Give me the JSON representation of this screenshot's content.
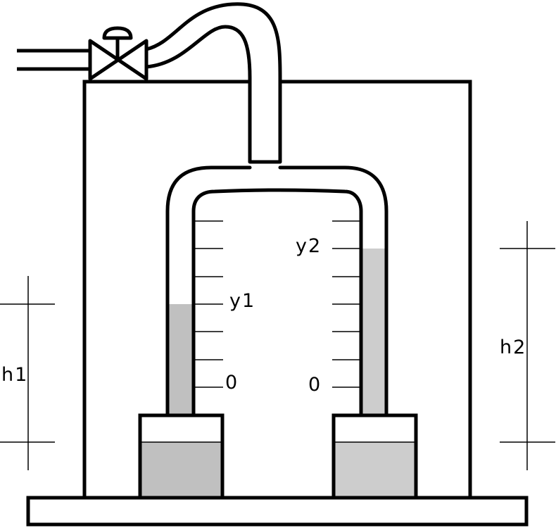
{
  "labels": {
    "y1": "y1",
    "y2": "y2",
    "zero_left": "0",
    "zero_right": "0",
    "h1": "h1",
    "h2": "h2"
  },
  "colors": {
    "outline": "#000000",
    "liquid_left": "#c0c0c0",
    "liquid_right": "#cdcdcd",
    "background": "#ffffff"
  },
  "icons": [
    "valve-icon"
  ]
}
